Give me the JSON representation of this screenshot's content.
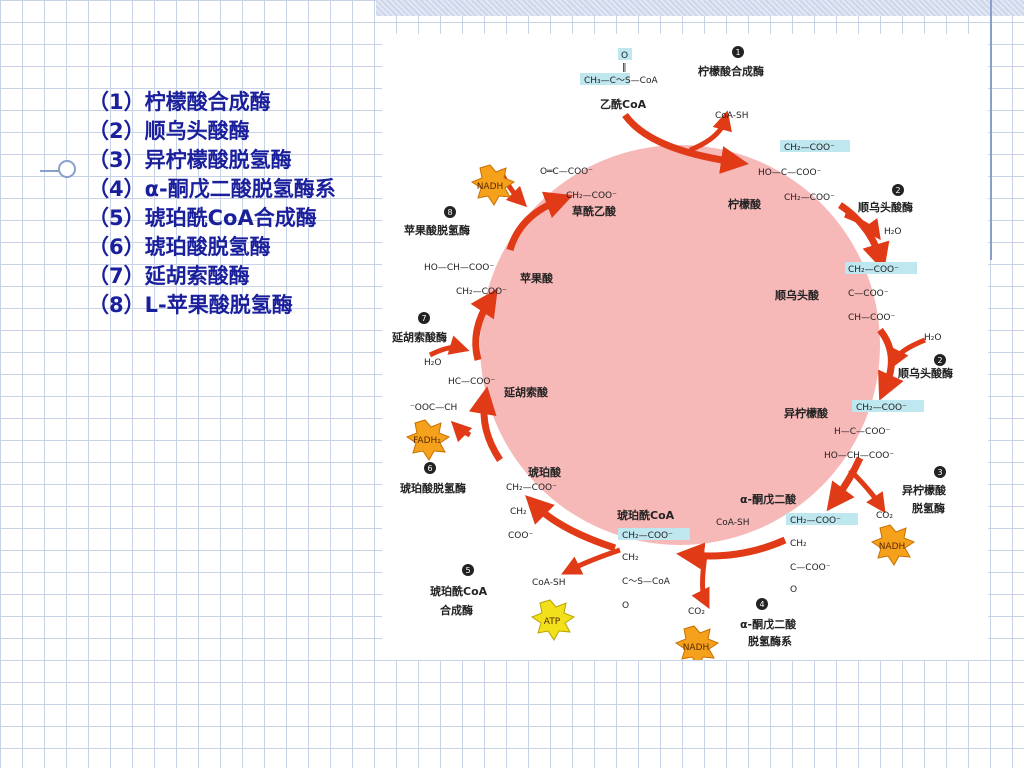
{
  "enzyme_list": [
    {
      "num": "（1）",
      "name": "柠檬酸合成酶"
    },
    {
      "num": "（2）",
      "name": "顺乌头酸酶"
    },
    {
      "num": "（3）",
      "name": "异柠檬酸脱氢酶"
    },
    {
      "num": "（4）",
      "name": "α-酮戊二酸脱氢酶系"
    },
    {
      "num": "（5）",
      "name": "琥珀酰CoA合成酶"
    },
    {
      "num": "（6）",
      "name": "琥珀酸脱氢酶"
    },
    {
      "num": "（7）",
      "name": "延胡索酸酶"
    },
    {
      "num": "（8）",
      "name": "L-苹果酸脱氢酶"
    }
  ],
  "diagram": {
    "metabolites": {
      "acetyl_coa": "乙酰CoA",
      "citrate": "柠檬酸",
      "cis_aconitate": "顺乌头酸",
      "isocitrate": "异柠檬酸",
      "alpha_kg": "α-酮戊二酸",
      "succinyl_coa": "琥珀酰CoA",
      "succinate": "琥珀酸",
      "fumarate": "延胡索酸",
      "malate": "苹果酸",
      "oxaloacetate": "草酰乙酸"
    },
    "enzymes": {
      "e1": "柠檬酸合成酶",
      "e2a": "顺乌头酸酶",
      "e2b": "顺乌头酸酶",
      "e3a": "异柠檬酸",
      "e3b": "脱氢酶",
      "e4a": "α-酮戊二酸",
      "e4b": "脱氢酶系",
      "e5a": "琥珀酰CoA",
      "e5b": "合成酶",
      "e6": "琥珀酸脱氢酶",
      "e7": "延胡索酸酶",
      "e8": "苹果酸脱氢酶"
    },
    "numbers": {
      "n1": "1",
      "n2a": "2",
      "n2b": "2",
      "n3": "3",
      "n4": "4",
      "n5": "5",
      "n6": "6",
      "n7": "7",
      "n8": "8"
    },
    "byproducts": {
      "coash1": "CoA-SH",
      "coash2": "CoA-SH",
      "coash3": "CoA-SH",
      "h2o_out": "H₂O",
      "h2o_in": "H₂O",
      "h2o_fum": "H₂O",
      "co2_a": "CO₂",
      "co2_b": "CO₂"
    },
    "energy": {
      "nadh1": "NADH",
      "nadh2": "NADH",
      "nadh3": "NADH",
      "fadh2": "FADH₂",
      "atp": "ATP"
    },
    "formulas": {
      "acetyl_o": "O",
      "acetyl_dbl": "‖",
      "acetyl": "CH₃—C～S—CoA",
      "cit1": "CH₂—COO⁻",
      "cit2": "HO—C—COO⁻",
      "cit3": "CH₂—COO⁻",
      "cis1": "CH₂—COO⁻",
      "cis2": "C—COO⁻",
      "cis3": "CH—COO⁻",
      "iso1": "CH₂—COO⁻",
      "iso2": "H—C—COO⁻",
      "iso3": "HO—CH—COO⁻",
      "akg1": "CH₂—COO⁻",
      "akg2": "CH₂",
      "akg3": "C—COO⁻",
      "akg4": "O",
      "scoa1": "CH₂—COO⁻",
      "scoa2": "CH₂",
      "scoa3": "C～S—CoA",
      "scoa4": "O",
      "suc1": "CH₂—COO⁻",
      "suc2": "CH₂",
      "suc3": "COO⁻",
      "fum1": "HC—COO⁻",
      "fum2": "⁻OOC—CH",
      "mal1": "HO—CH—COO⁻",
      "mal2": "CH₂—COO⁻",
      "oaa1": "O═C—COO⁻",
      "oaa2": "CH₂—COO⁻"
    }
  }
}
